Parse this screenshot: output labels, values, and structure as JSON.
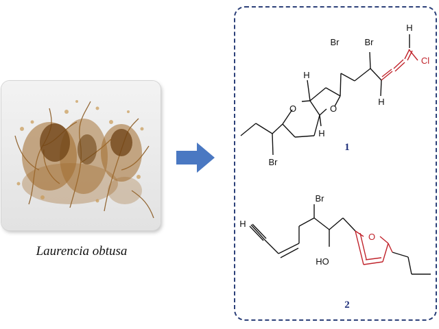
{
  "photo": {
    "caption": "Laurencia obtusa"
  },
  "compounds": [
    {
      "number": "1",
      "atoms": {
        "br1": "Br",
        "br2": "Br",
        "h_top": "H",
        "cl": "Cl",
        "h_allene": "H",
        "h_ring_top": "H",
        "h_ring_bottom": "H",
        "o1": "O",
        "o2": "O",
        "br_bottom": "Br"
      }
    },
    {
      "number": "2",
      "atoms": {
        "br": "Br",
        "h_alkyne": "H",
        "oh": "HO",
        "o_furan": "O"
      }
    }
  ],
  "colors": {
    "accent_red": "#c0222a",
    "arrow_blue": "#4a78c2",
    "box_border": "#2b3f78",
    "number_blue": "#1f2f7a"
  }
}
